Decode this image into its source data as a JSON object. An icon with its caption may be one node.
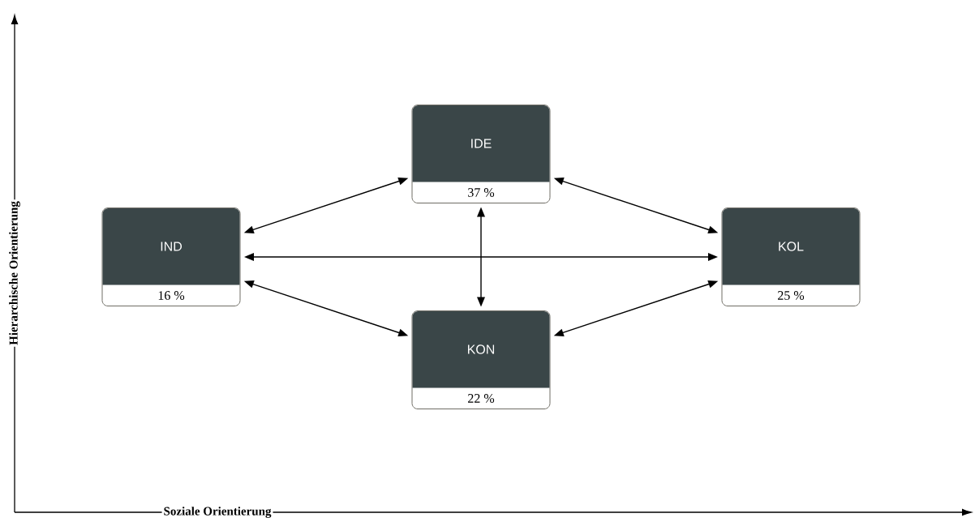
{
  "diagram": {
    "nodes": [
      {
        "text": [
          "IDE",
          "37 %"
        ]
      },
      {
        "text": [
          "IND",
          "16 %"
        ]
      },
      {
        "text": [
          "KOL",
          "25 %"
        ]
      },
      {
        "text": [
          "KON",
          "22 %"
        ]
      }
    ],
    "edges": [
      {
        "from": 1,
        "to": 0,
        "arrow": "both"
      },
      {
        "from": 0,
        "to": 2,
        "arrow": "both"
      },
      {
        "from": 1,
        "to": 2,
        "arrow": "both"
      },
      {
        "from": 0,
        "to": 3,
        "arrow": "both"
      },
      {
        "from": 1,
        "to": 3,
        "arrow": "both"
      },
      {
        "from": 3,
        "to": 2,
        "arrow": "both"
      }
    ],
    "labels": [
      "Hierarchische Orientierung",
      "Soziale Orientierung"
    ]
  }
}
